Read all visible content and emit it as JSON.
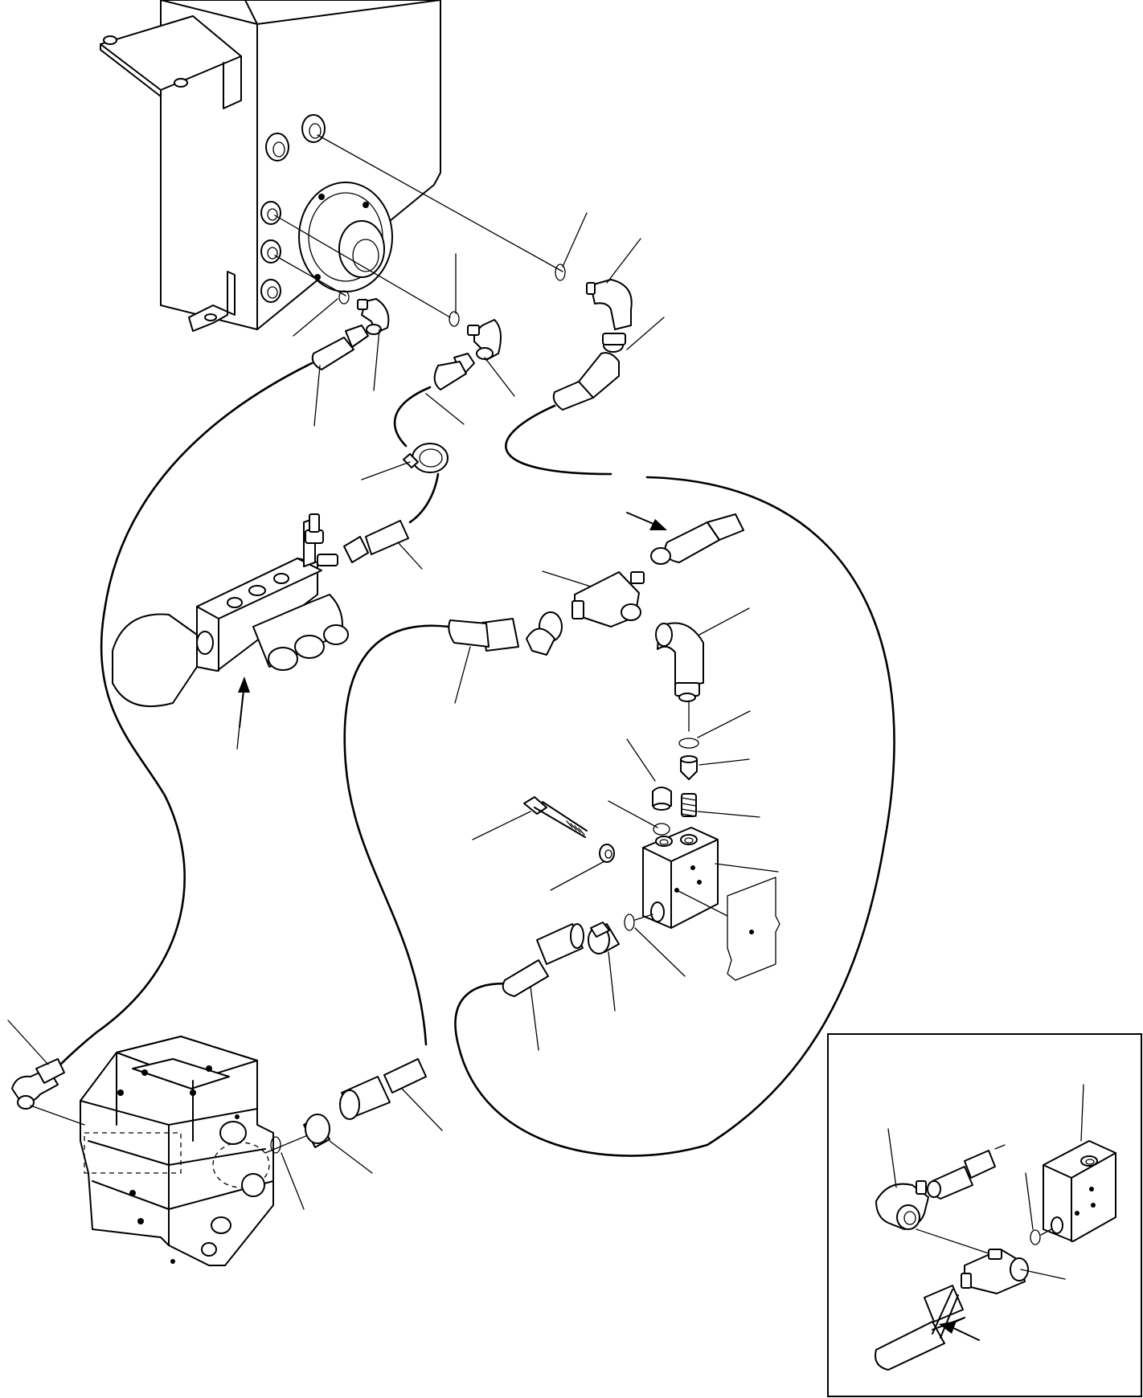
{
  "diagram": {
    "type": "hydraulic piping exploded parts view",
    "text_labels": [],
    "callout_leaders": 34,
    "arrows": 4,
    "inset": {
      "present": true,
      "position": "bottom-right"
    }
  },
  "colors": {
    "line": "#000000",
    "background": "#ffffff"
  }
}
